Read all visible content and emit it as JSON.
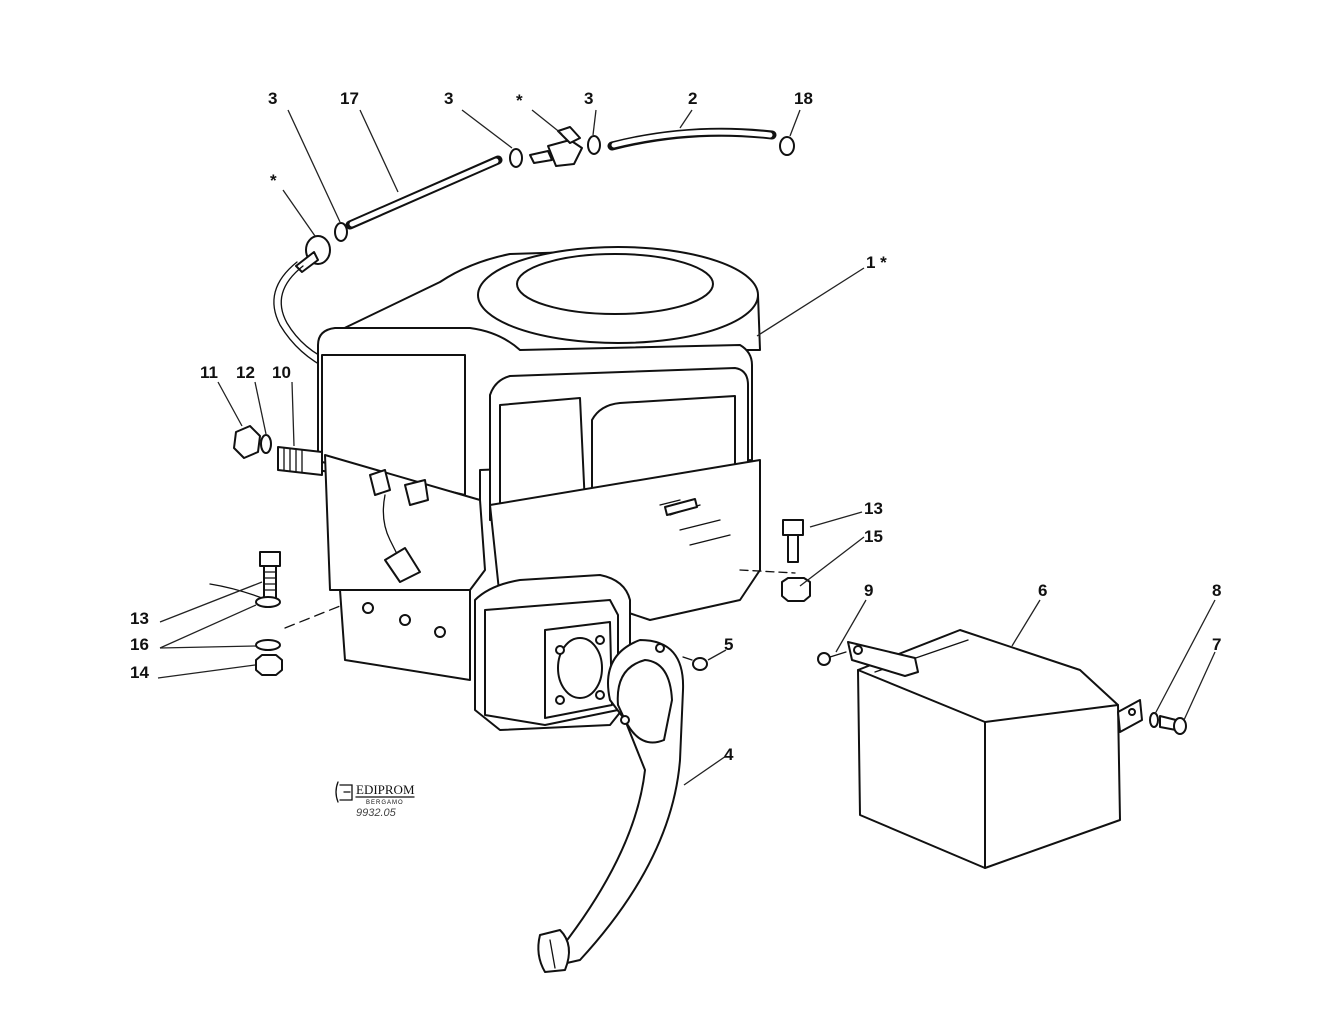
{
  "diagram": {
    "callouts": {
      "c3a": "3",
      "c17": "17",
      "c3b": "3",
      "cstar_fitting": "*",
      "c3c": "3",
      "c2": "2",
      "c18": "18",
      "cstar_filter": "*",
      "c1star": "1 *",
      "c11": "11",
      "c12": "12",
      "c10": "10",
      "c13_right": "13",
      "c15": "15",
      "c9": "9",
      "c6": "6",
      "c8": "8",
      "c7": "7",
      "c5": "5",
      "c4": "4",
      "c13_left": "13",
      "c16": "16",
      "c14": "14"
    },
    "publisher": {
      "name": "EDIPROM",
      "city": "BERGAMO",
      "code": "9932.05"
    }
  }
}
